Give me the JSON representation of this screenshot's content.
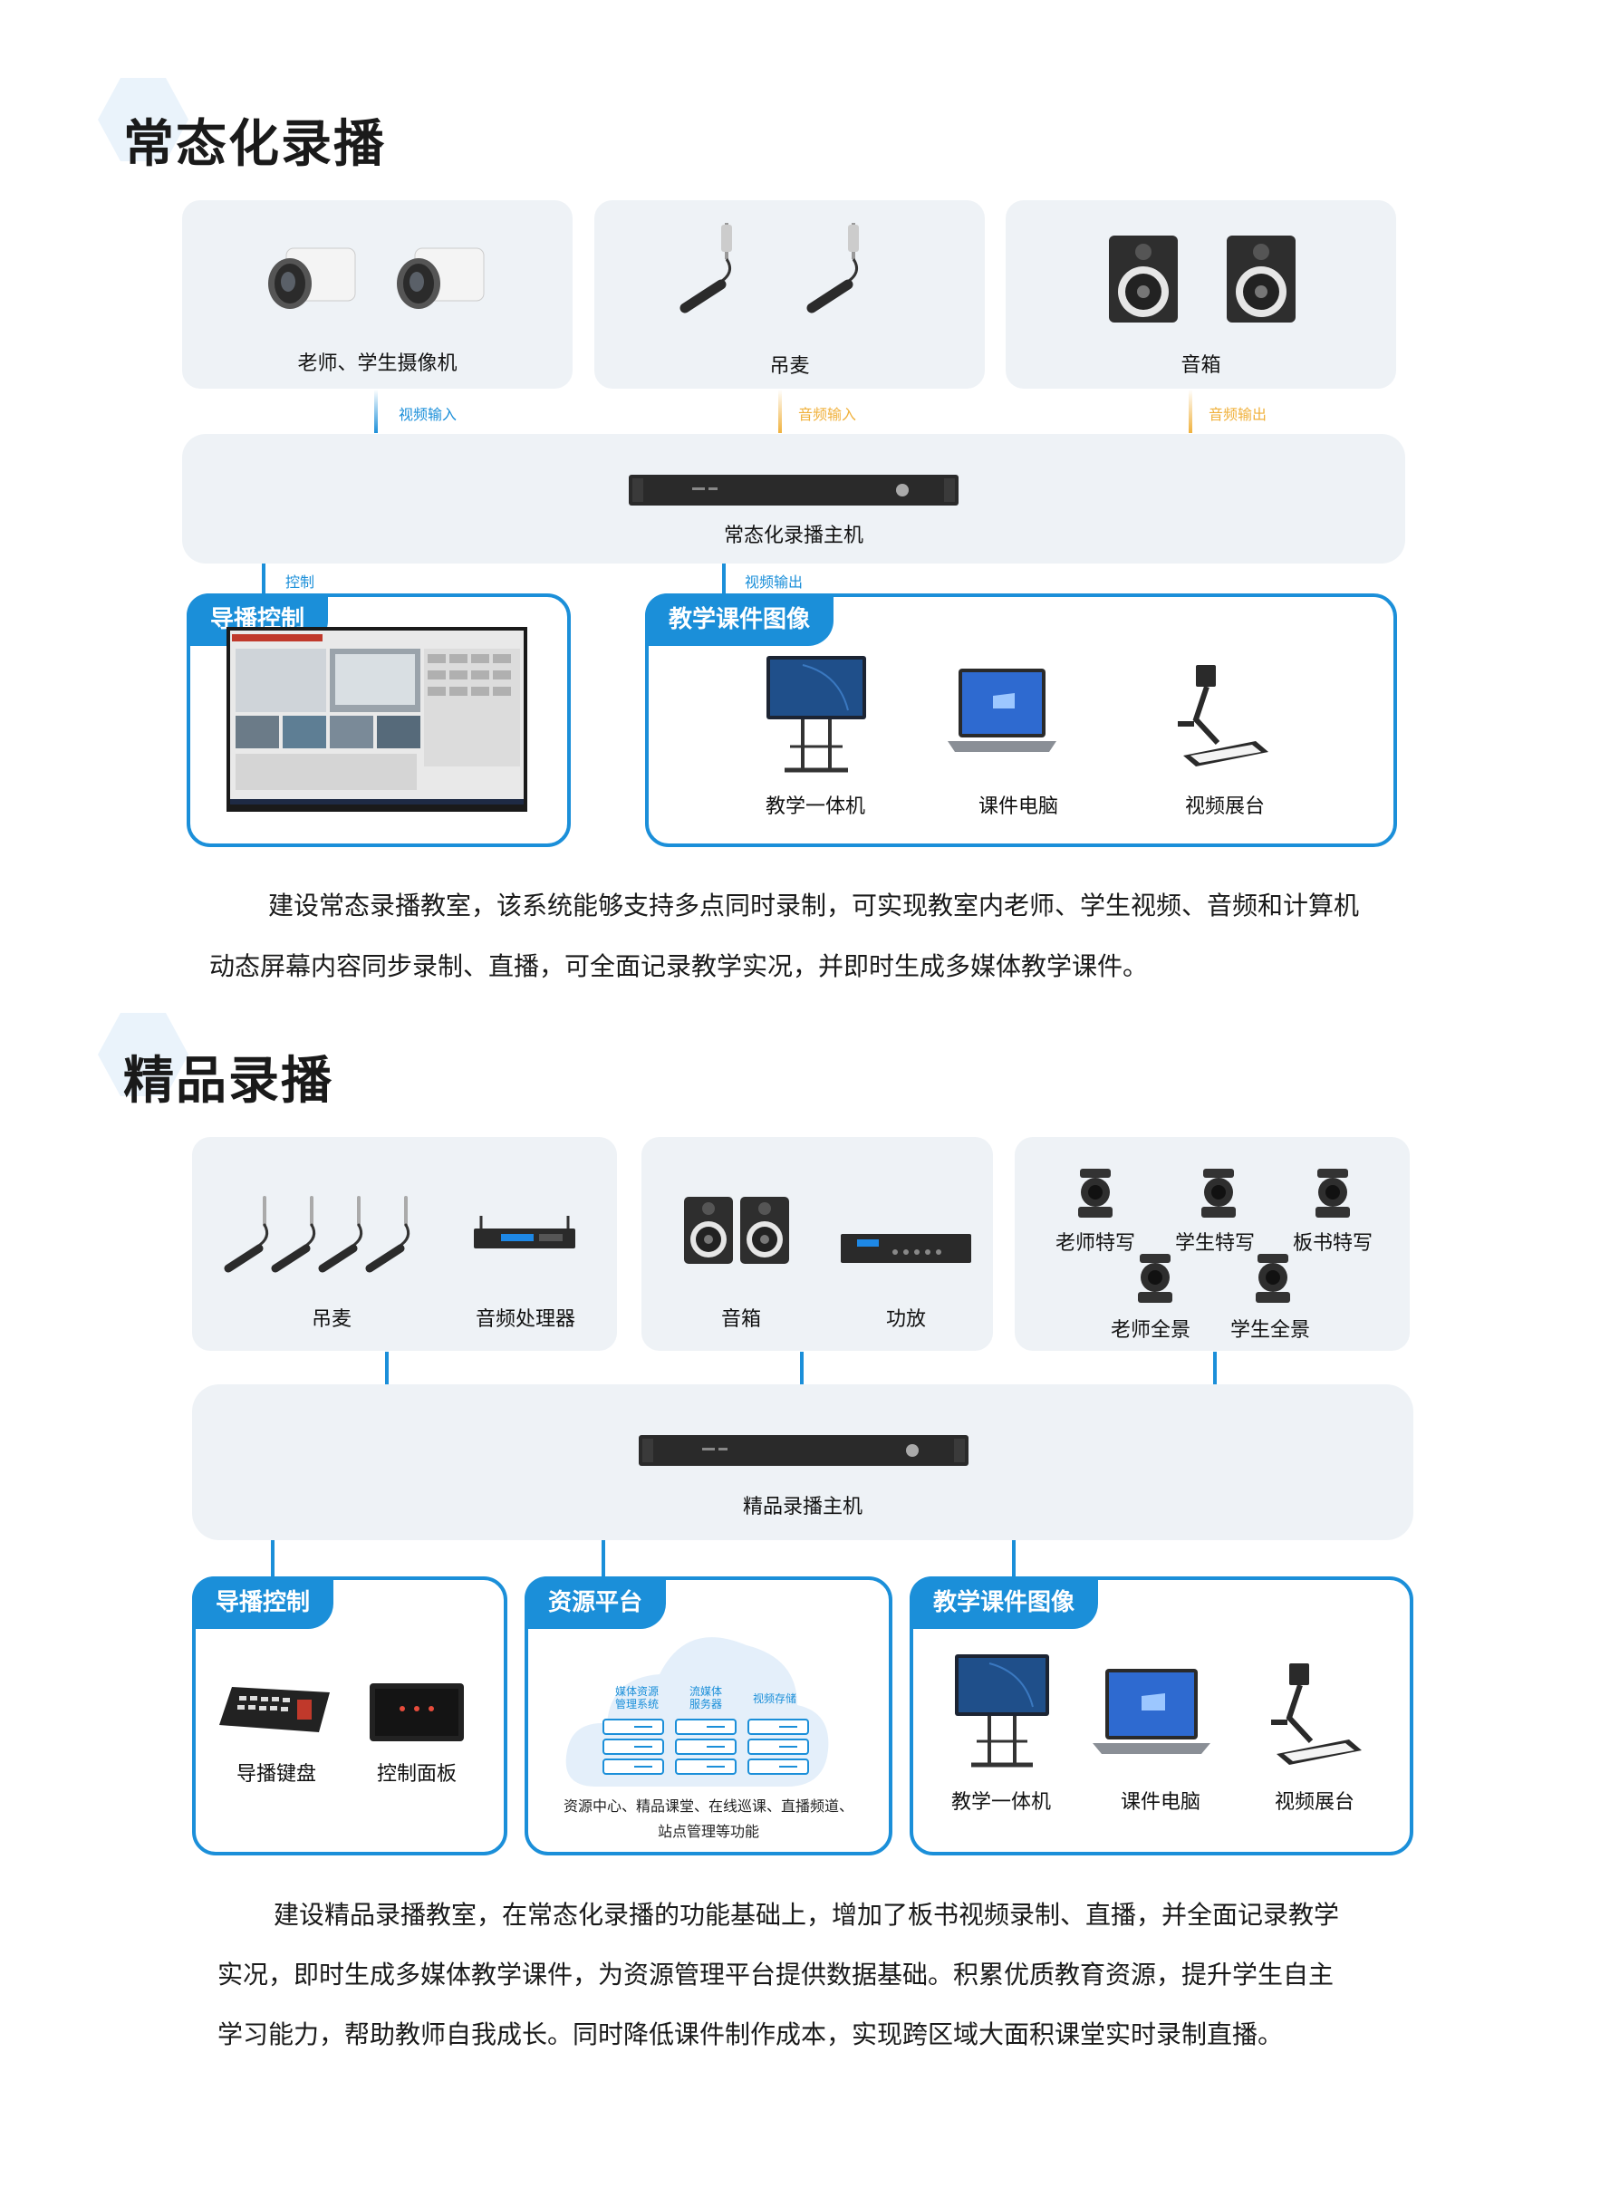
{
  "section1": {
    "title": "常态化录播",
    "devices": {
      "cameras": "老师、学生摄像机",
      "mic": "吊麦",
      "speaker": "音箱"
    },
    "connectors": {
      "video_in": "视频输入",
      "audio_in": "音频输入",
      "audio_out": "音频输出",
      "control": "控制",
      "video_out": "视频输出"
    },
    "host": "常态化录播主机",
    "director": {
      "tag": "导播控制"
    },
    "courseware": {
      "tag": "教学课件图像",
      "items": [
        "教学一体机",
        "课件电脑",
        "视频展台"
      ]
    },
    "desc_line1": "建设常态录播教室，该系统能够支持多点同时录制，可实现教室内老师、学生视频、音频和计算机",
    "desc_line2": "动态屏幕内容同步录制、直播，可全面记录教学实况，并即时生成多媒体教学课件。"
  },
  "section2": {
    "title": "精品录播",
    "audio_card": {
      "mic": "吊麦",
      "processor": "音频处理器"
    },
    "speaker_card": {
      "speaker": "音箱",
      "amp": "功放"
    },
    "camera_card": {
      "teacher_close": "老师特写",
      "student_close": "学生特写",
      "board_close": "板书特写",
      "teacher_wide": "老师全景",
      "student_wide": "学生全景"
    },
    "host": "精品录播主机",
    "director": {
      "tag": "导播控制",
      "items": [
        "导播键盘",
        "控制面板"
      ]
    },
    "resource": {
      "tag": "资源平台",
      "cols": [
        "媒体资源\n管理系统",
        "流媒体\n服务器",
        "视频存储"
      ],
      "line1": "资源中心、精品课堂、在线巡课、直播频道、",
      "line2": "站点管理等功能"
    },
    "courseware": {
      "tag": "教学课件图像",
      "items": [
        "教学一体机",
        "课件电脑",
        "视频展台"
      ]
    },
    "desc_line1": "建设精品录播教室，在常态化录播的功能基础上，增加了板书视频录制、直播，并全面记录教学",
    "desc_line2": "实况，即时生成多媒体教学课件，为资源管理平台提供数据基础。积累优质教育资源，提升学生自主",
    "desc_line3": "学习能力，帮助教师自我成长。同时降低课件制作成本，实现跨区域大面积课堂实时录制直播。"
  },
  "colors": {
    "accent": "#1b8fd9",
    "audio": "#f0b13c",
    "card": "#eef2f6",
    "hex": "#eaf3fb"
  }
}
